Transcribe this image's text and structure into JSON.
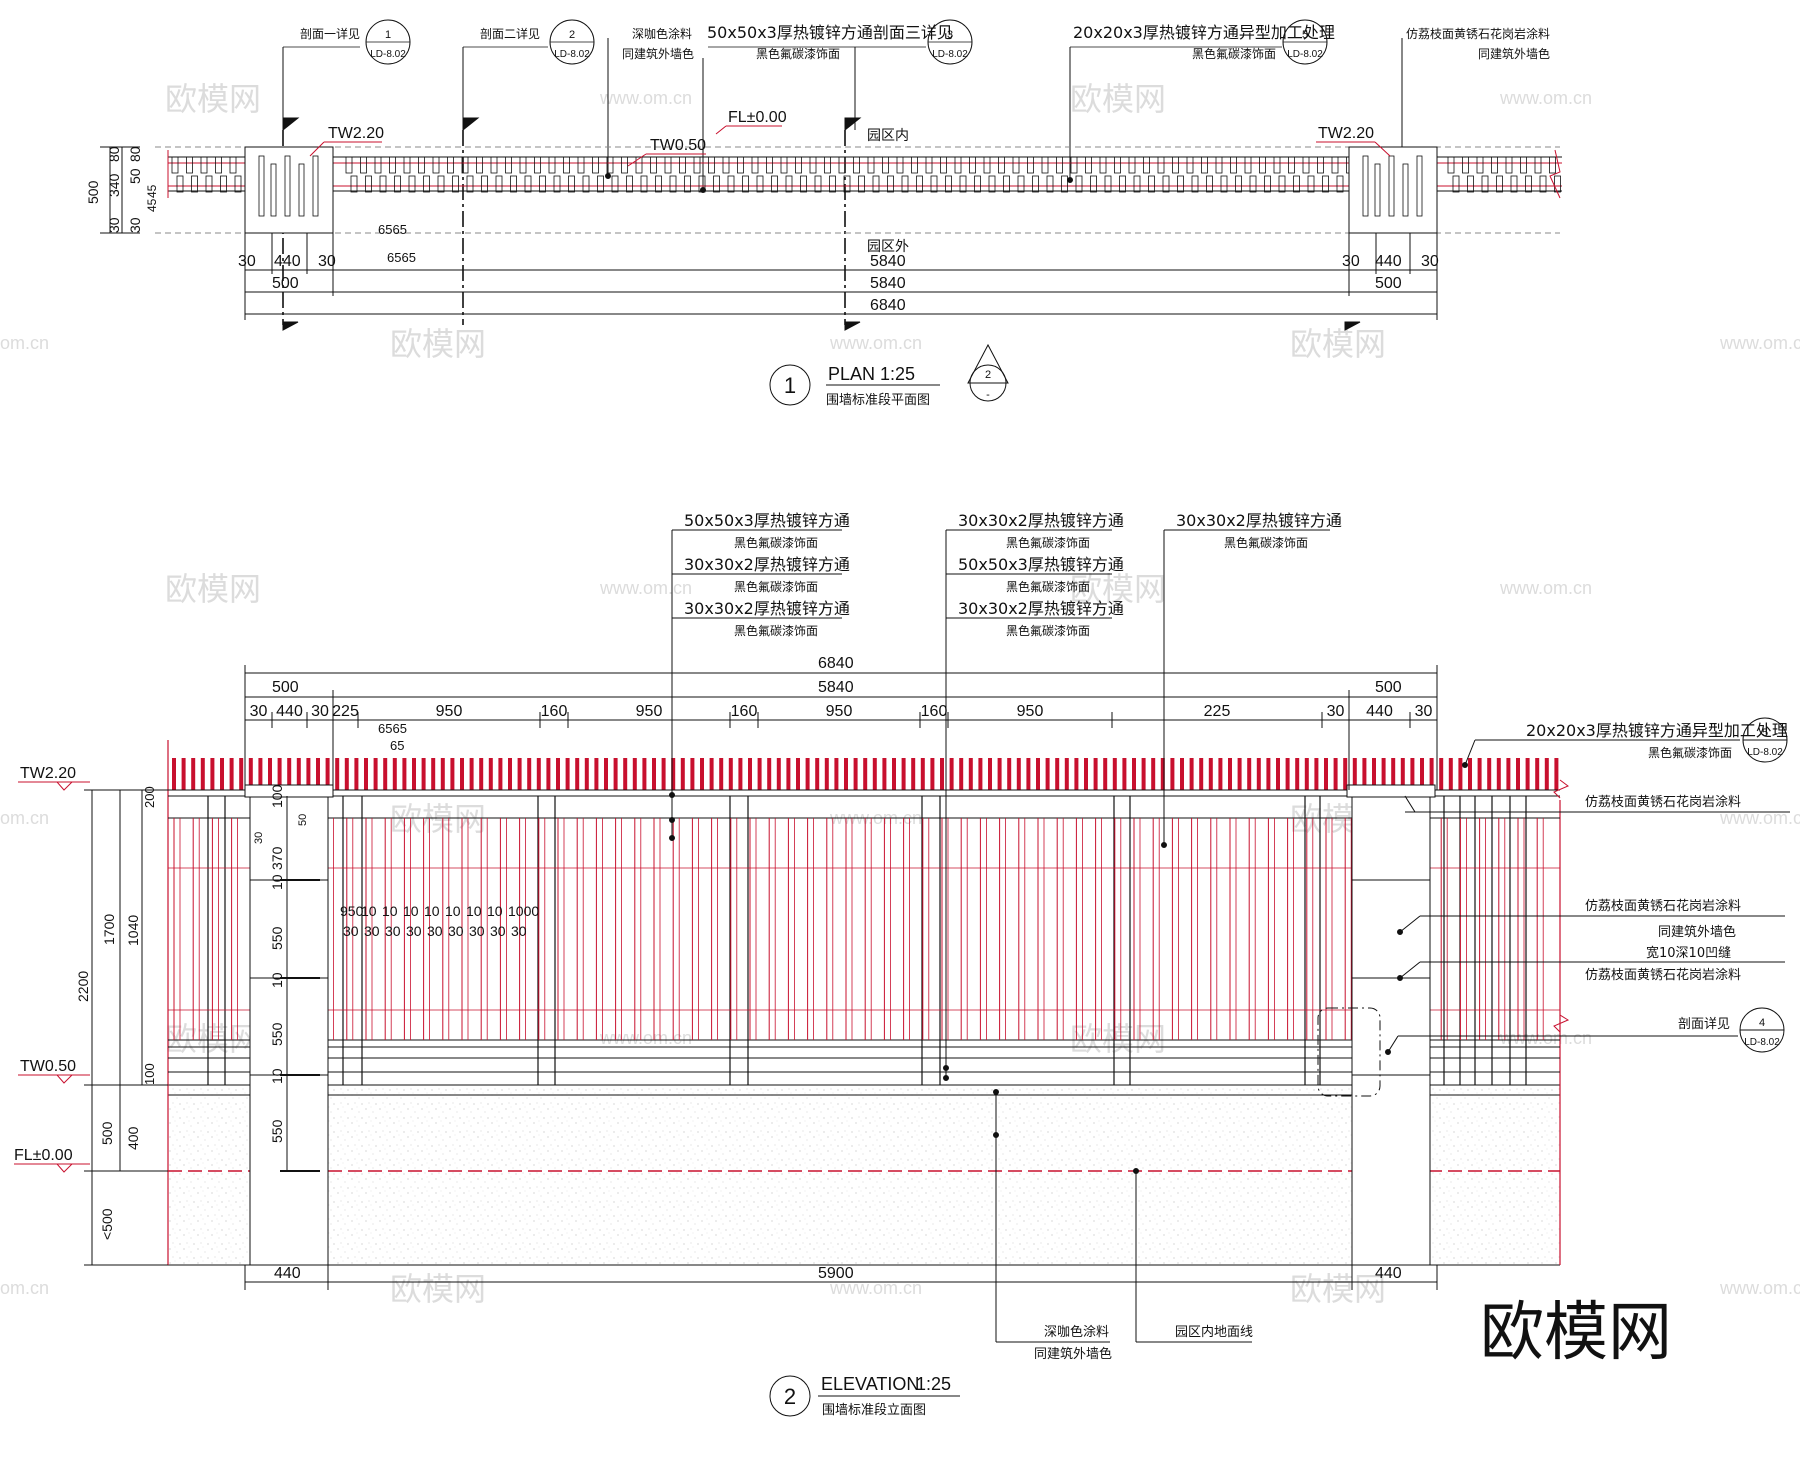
{
  "plan": {
    "callouts": [
      {
        "label": "剖面一详见",
        "num": "1",
        "ref": "LD-8.02"
      },
      {
        "label": "剖面二详见",
        "num": "2",
        "ref": "LD-8.02"
      },
      {
        "label": "50x50x3厚热镀锌方通剖面三详见",
        "num": "3",
        "ref": "LD-8.02"
      },
      {
        "label": "20x20x3厚热镀锌方通异型加工处理",
        "num": "5",
        "ref": "LD-8.02"
      }
    ],
    "note_coffee_1": "深咖色涂料",
    "note_coffee_2": "同建筑外墙色",
    "note_black": "黑色氟碳漆饰面",
    "note_black_5": "黑色氟碳漆饰面",
    "note_granite_1": "仿荔枝面黄锈石花岗岩涂料",
    "note_granite_2": "同建筑外墙色",
    "level_tw_left": "TW2.20",
    "level_tw_right": "TW2.20",
    "level_fl": "FL±0.00",
    "level_tw05": "TW0.50",
    "inside": "园区内",
    "outside": "园区外",
    "dims_left": [
      "500",
      "340",
      "80",
      "80",
      "50",
      "45",
      "45",
      "30",
      "30"
    ],
    "dims_row1": [
      "30",
      "440",
      "30",
      "5840",
      "30",
      "440",
      "30"
    ],
    "dims_row2": [
      "500",
      "5840",
      "500"
    ],
    "dims_row3": [
      "6840"
    ],
    "dim_small": [
      "6565",
      "6565"
    ],
    "title_num": "1",
    "title": "PLAN 1:25",
    "subtitle": "围墙标准段平面图",
    "section_num": "2",
    "section_sub": "-"
  },
  "elevation": {
    "notes_a": [
      {
        "l1": "50x50x3厚热镀锌方通",
        "l2": "黑色氟碳漆饰面"
      },
      {
        "l1": "30x30x2厚热镀锌方通",
        "l2": "黑色氟碳漆饰面"
      },
      {
        "l1": "30x30x2厚热镀锌方通",
        "l2": "黑色氟碳漆饰面"
      }
    ],
    "notes_b": [
      {
        "l1": "30x30x2厚热镀锌方通",
        "l2": "黑色氟碳漆饰面"
      },
      {
        "l1": "50x50x3厚热镀锌方通",
        "l2": "黑色氟碳漆饰面"
      },
      {
        "l1": "30x30x2厚热镀锌方通",
        "l2": "黑色氟碳漆饰面"
      }
    ],
    "note_c": {
      "l1": "30x30x2厚热镀锌方通",
      "l2": "黑色氟碳漆饰面"
    },
    "top_dims_row1": [
      "6840"
    ],
    "top_dims_row2": [
      "500",
      "5840",
      "500"
    ],
    "top_dims_row3": [
      "30",
      "440",
      "30",
      "225",
      "950",
      "160",
      "950",
      "160",
      "950",
      "160",
      "950",
      "225",
      "30",
      "440",
      "30"
    ],
    "small_top": [
      "6565",
      "65"
    ],
    "right_notes": {
      "n5_1": "20x20x3厚热镀锌方通异型加工处理",
      "n5_2": "黑色氟碳漆饰面",
      "n5_num": "5",
      "n5_ref": "LD-8.02",
      "granite_a": "仿荔枝面黄锈石花岗岩涂料",
      "granite_b1": "仿荔枝面黄锈石花岗岩涂料",
      "granite_b2": "同建筑外墙色",
      "groove": "宽10深10凹缝",
      "granite_c": "仿荔枝面黄锈石花岗岩涂料",
      "section4": "剖面详见",
      "n4_num": "4",
      "n4_ref": "LD-8.02"
    },
    "levels": {
      "tw22": "TW2.20",
      "tw05": "TW0.50",
      "fl": "FL±0.00"
    },
    "left_dims_outer": [
      "2200",
      "500",
      "<500"
    ],
    "left_dims_mid": [
      "1700",
      "400"
    ],
    "left_dims_inner": [
      "200",
      "1040",
      "100"
    ],
    "left_dims_post": [
      "100",
      "370",
      "10",
      "550",
      "10",
      "550",
      "10",
      "550"
    ],
    "post_small": [
      "50",
      "30"
    ],
    "between_dims_top": [
      "950",
      "10",
      "10",
      "10",
      "10",
      "10",
      "10",
      "10",
      "1000"
    ],
    "between_dims_bot": [
      "30",
      "30",
      "30",
      "30",
      "30",
      "30",
      "30",
      "30",
      "30"
    ],
    "bottom_dims": [
      "440",
      "5900",
      "440"
    ],
    "bottom_note_1": "深咖色涂料",
    "bottom_note_2": "同建筑外墙色",
    "ground_line": "园区内地面线",
    "title_num": "2",
    "title": "ELEVATION",
    "title_scale": "1:25",
    "subtitle": "围墙标准段立面图"
  },
  "watermark": {
    "cn": "欧模网",
    "url": "www.om.cn",
    "url2": "om.cn"
  },
  "logo": "欧模网"
}
